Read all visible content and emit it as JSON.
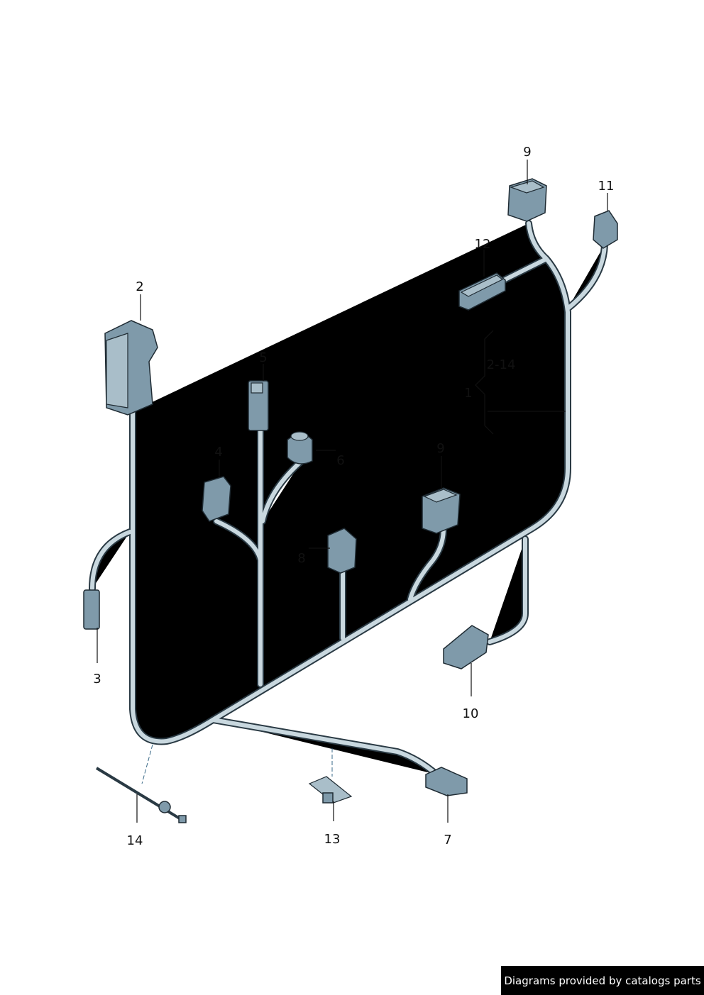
{
  "labels": {
    "p1": "1",
    "p2_14": "2-14",
    "p2": "2",
    "p3": "3",
    "p4": "4",
    "p5": "5",
    "p6": "6",
    "p7": "7",
    "p8": "8",
    "p9a": "9",
    "p9b": "9",
    "p10": "10",
    "p11": "11",
    "p12": "12",
    "p13": "13",
    "p14": "14"
  },
  "footer": "Diagrams provided by catalogs parts",
  "colors": {
    "cable": "#c9d8df",
    "connector": "#7f9aaa",
    "outline": "#1f2b33"
  }
}
